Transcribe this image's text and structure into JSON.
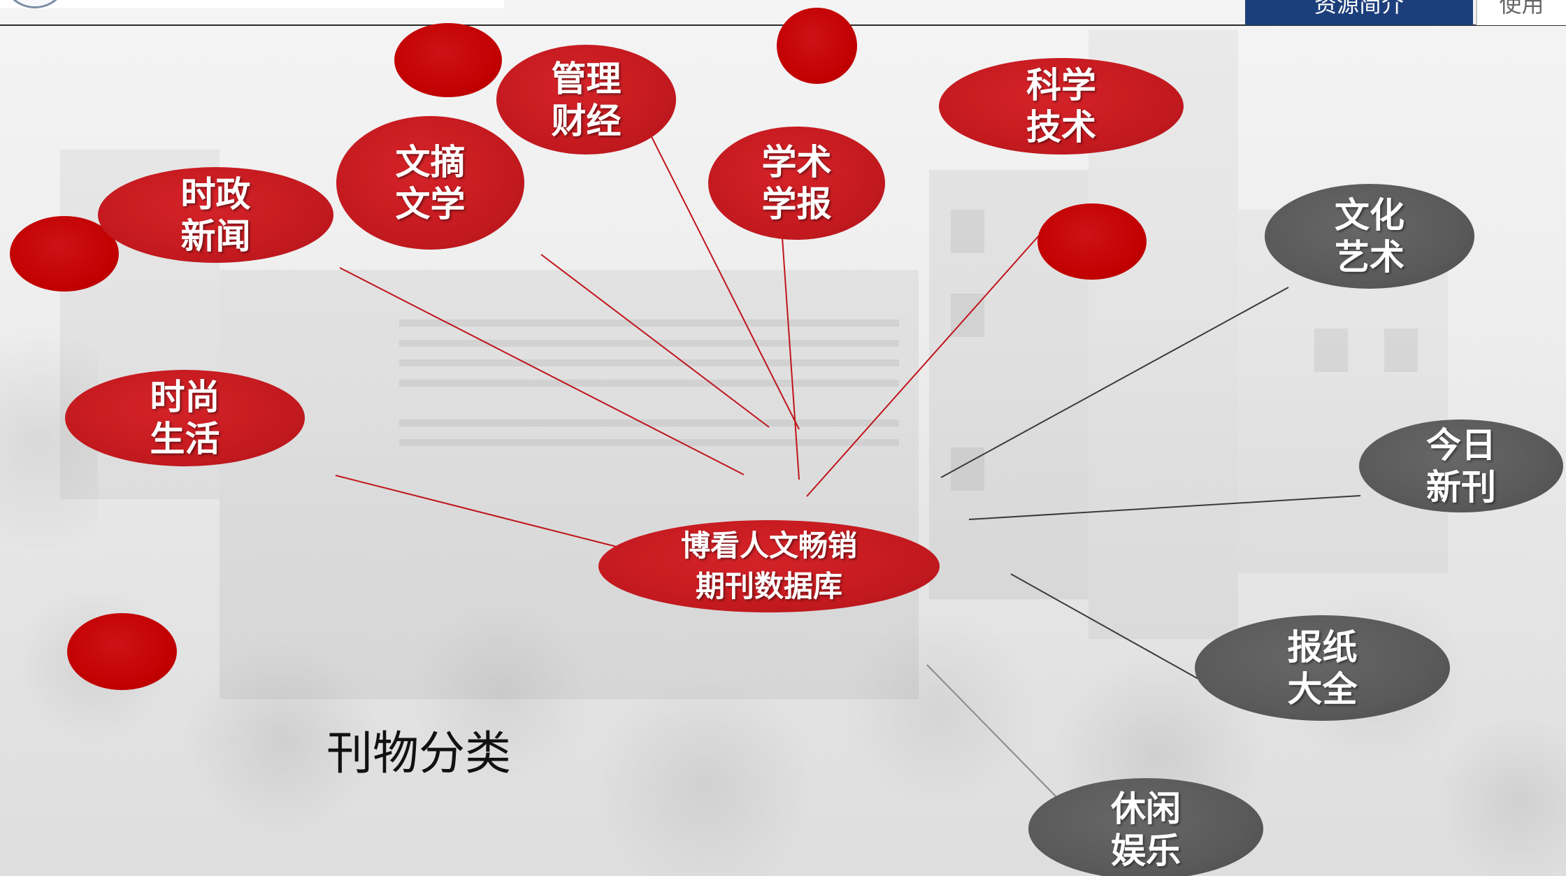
{
  "header": {
    "tabs": [
      {
        "label": "资源简介",
        "active": true
      },
      {
        "label": "使用",
        "active": false
      }
    ]
  },
  "title": "刊物分类",
  "hub": {
    "line1": "博看人文畅销",
    "line2": "期刊数据库"
  },
  "categories": [
    {
      "line1": "管理",
      "line2": "财经"
    },
    {
      "line1": "科学",
      "line2": "技术"
    },
    {
      "line1": "文摘",
      "line2": "文学"
    },
    {
      "line1": "学术",
      "line2": "学报"
    },
    {
      "line1": "时政",
      "line2": "新闻"
    },
    {
      "line1": "时尚",
      "line2": "生活"
    },
    {
      "line1": "文化",
      "line2": "艺术"
    },
    {
      "line1": "今日",
      "line2": "新刊"
    },
    {
      "line1": "报纸",
      "line2": "大全"
    },
    {
      "line1": "休闲",
      "line2": "娱乐"
    }
  ],
  "colors": {
    "red": "#c41a1f",
    "gray": "#5a5a5a",
    "navy": "#1c3f7c",
    "connector_red": "#c0151c",
    "connector_gray": "#3a3a3a"
  }
}
